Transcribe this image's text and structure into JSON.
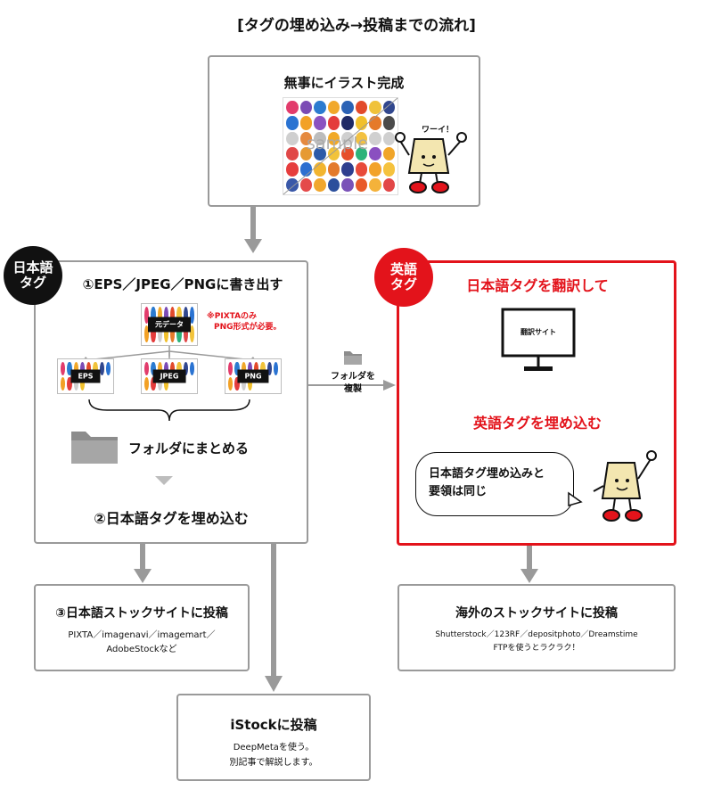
{
  "title": "[タグの埋め込み→投稿までの流れ]",
  "top_box": {
    "title": "無事にイラスト完成",
    "watermark": "sample",
    "speech": "ワーイ！"
  },
  "left_badge": {
    "line1": "日本語",
    "line2": "タグ"
  },
  "left_box": {
    "step1": "①EPS／JPEG／PNGに書き出す",
    "source_label": "元データ",
    "note_line1": "※PIXTAのみ",
    "note_line2": "PNG形式が必要。",
    "formats": [
      "EPS",
      "JPEG",
      "PNG"
    ],
    "folder_text": "フォルダにまとめる",
    "step2": "②日本語タグを埋め込む"
  },
  "copy_label": {
    "line1": "フォルダを",
    "line2": "複製"
  },
  "right_badge": {
    "line1": "英語",
    "line2": "タグ"
  },
  "right_box": {
    "title": "日本語タグを翻訳して",
    "monitor_text": "翻訳サイト",
    "subtitle": "英語タグを埋め込む",
    "bubble_line1": "日本語タグ埋め込みと",
    "bubble_line2": "要領は同じ"
  },
  "box3": {
    "title": "③日本語ストックサイトに投稿",
    "line1": "PIXTA／imagenavi／imagemart／",
    "line2": "AdobeStockなど"
  },
  "box_overseas": {
    "title": "海外のストックサイトに投稿",
    "line1": "Shutterstock／123RF／depositphoto／Dreamstime",
    "line2": "FTPを使うとラクラク！"
  },
  "box_istock": {
    "title": "iStockに投稿",
    "line1": "DeepMetaを使う。",
    "line2": "別記事で解説します。"
  },
  "colors": {
    "red": "#e3131b",
    "gray": "#9a9a9a",
    "black": "#111111"
  }
}
